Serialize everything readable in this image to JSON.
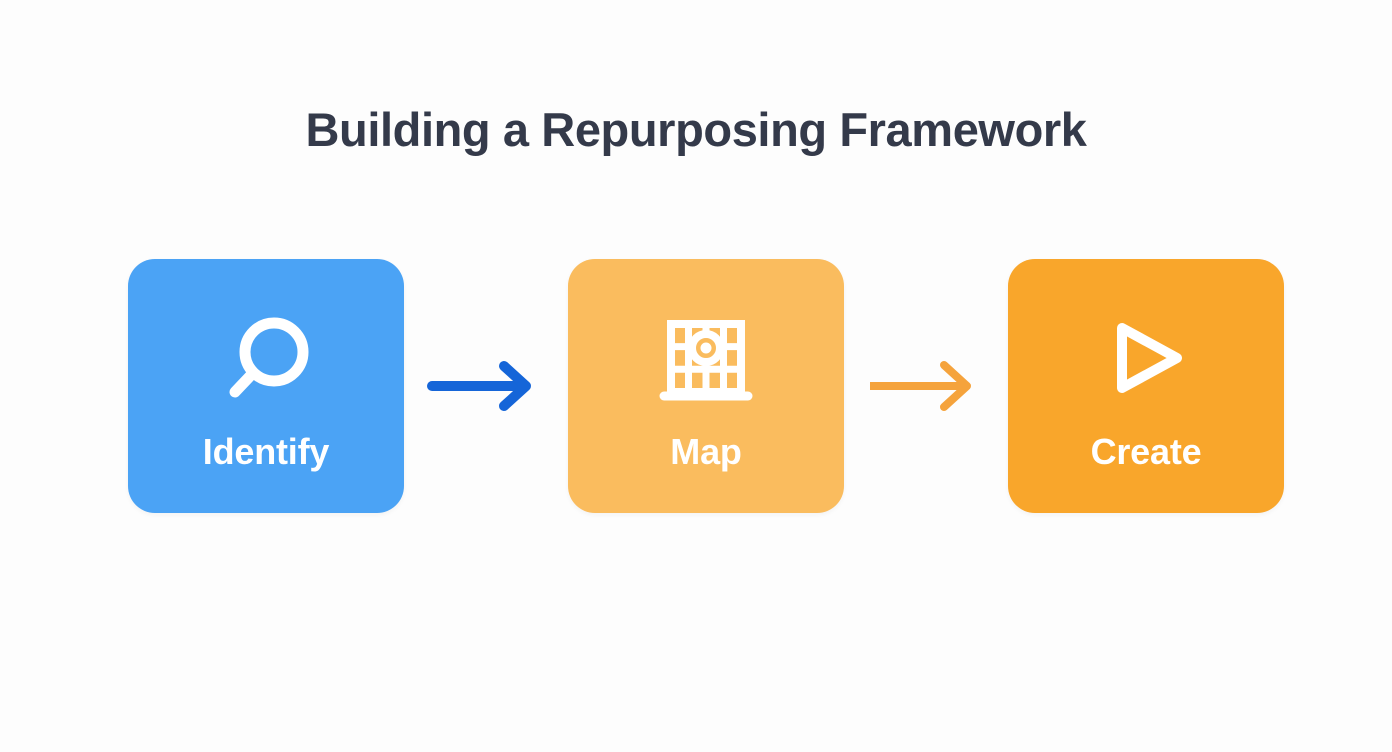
{
  "page": {
    "title": "Building a Repurposing Framework",
    "background_color": "#fdfdfd",
    "title_color": "#343a4a"
  },
  "flow": {
    "steps": [
      {
        "label": "Identify",
        "icon": "search-icon",
        "card_color": "#4ba3f5",
        "label_color": "#ffffff"
      },
      {
        "label": "Map",
        "icon": "map-grid-icon",
        "card_color": "#fabc5e",
        "label_color": "#ffffff"
      },
      {
        "label": "Create",
        "icon": "play-triangle-icon",
        "card_color": "#f9a62b",
        "label_color": "#ffffff"
      }
    ],
    "arrows": [
      {
        "icon": "arrow-right-icon",
        "color": "#1565d8",
        "from": "Identify",
        "to": "Map"
      },
      {
        "icon": "arrow-right-icon",
        "color": "#f5a33c",
        "from": "Map",
        "to": "Create"
      }
    ]
  }
}
